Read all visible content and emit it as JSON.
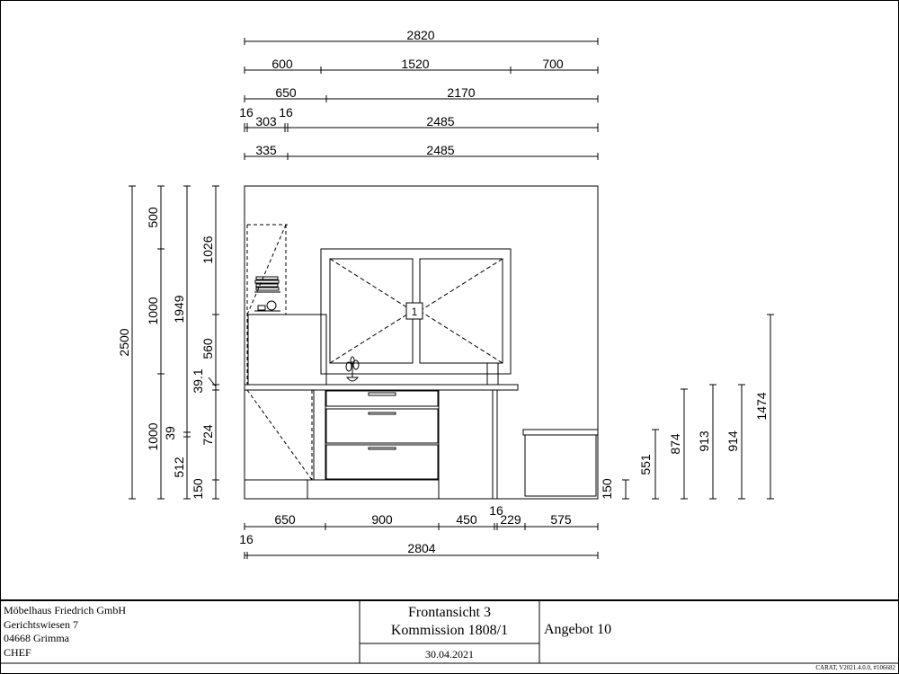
{
  "drawing": {
    "top_dims": [
      {
        "label": "2820"
      },
      {
        "label": "600"
      },
      {
        "label": "1520"
      },
      {
        "label": "700"
      },
      {
        "label": "650"
      },
      {
        "label": "2170"
      },
      {
        "label": "16"
      },
      {
        "label": "303"
      },
      {
        "label": "16"
      },
      {
        "label": "2485"
      },
      {
        "label": "335"
      },
      {
        "label": "2485"
      }
    ],
    "left_dims": [
      {
        "label": "2500"
      },
      {
        "label": "500"
      },
      {
        "label": "1000"
      },
      {
        "label": "1000"
      },
      {
        "label": "1949"
      },
      {
        "label": "39"
      },
      {
        "label": "512"
      },
      {
        "label": "1026"
      },
      {
        "label": "560"
      },
      {
        "label": "39.1"
      },
      {
        "label": "724"
      },
      {
        "label": "150"
      }
    ],
    "right_dims": [
      {
        "label": "150"
      },
      {
        "label": "551"
      },
      {
        "label": "874"
      },
      {
        "label": "913"
      },
      {
        "label": "914"
      },
      {
        "label": "1474"
      }
    ],
    "bottom_dims": [
      {
        "label": "650"
      },
      {
        "label": "900"
      },
      {
        "label": "450"
      },
      {
        "label": "16"
      },
      {
        "label": "229"
      },
      {
        "label": "575"
      },
      {
        "label": "16"
      },
      {
        "label": "2804"
      }
    ],
    "window_marker": "1"
  },
  "title_block": {
    "company": [
      "Möbelhaus Friedrich GmbH",
      "Gerichtswiesen 7",
      "04668 Grimma",
      "CHEF"
    ],
    "view": "Frontansicht 3",
    "commission": "Kommission 1808/1",
    "date": "30.04.2021",
    "offer": "Angebot 10"
  },
  "footer_code": "CARAT, V2021.4.0.0, #106682"
}
